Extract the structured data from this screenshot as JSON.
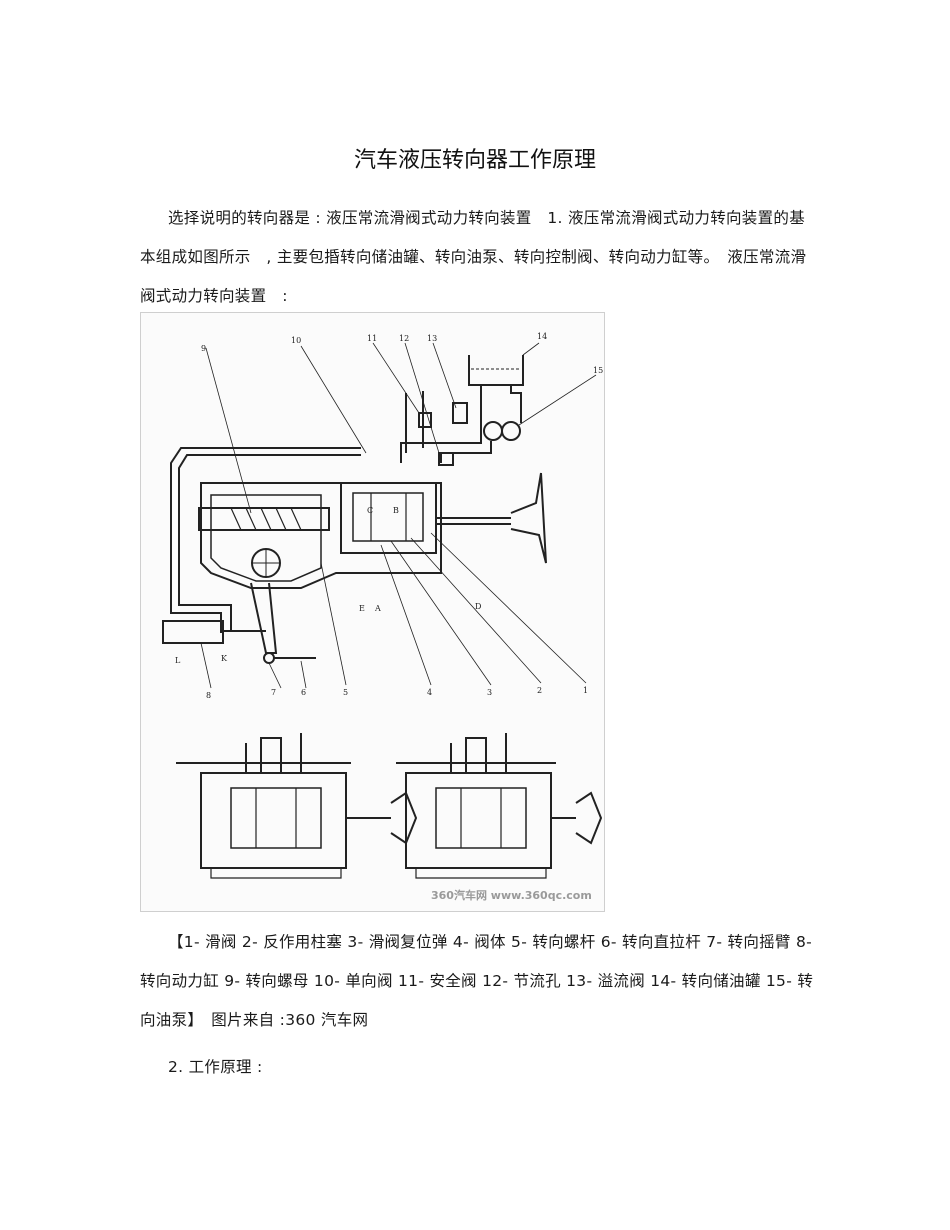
{
  "title": "汽车液压转向器工作原理",
  "intro": {
    "text": "选择说明的转向器是 : 液压常流滑阀式动力转向装置　1. 液压常流滑阀式动力转向装置的基本组成如图所示　, 主要包捪转向储油罐、转向油泵、转向控制阀、转向动力缸等。　液压常流滑阀式动力转向装置　:"
  },
  "figure": {
    "watermark": "360汽车网 www.360qc.com",
    "labels": [
      "1",
      "2",
      "3",
      "4",
      "5",
      "6",
      "7",
      "8",
      "9",
      "10",
      "11",
      "12",
      "13",
      "14",
      "15",
      "A",
      "B",
      "C",
      "D",
      "E",
      "K",
      "L"
    ]
  },
  "legend": {
    "text": "【1- 滑阀 2- 反作用柱塞 3- 滑阀复位弹 4- 阀体 5- 转向螺杆 6- 转向直拉杆 7- 转向摇臂 8- 转向动力缸 9- 转向螺母 10- 单向阀 11- 安全阀 12- 节流孔 13- 溢流阀 14- 转向储油罐 15- 转向油泵】　图片来自 :360 汽车网"
  },
  "section": {
    "heading": "2. 工作原理 :"
  }
}
